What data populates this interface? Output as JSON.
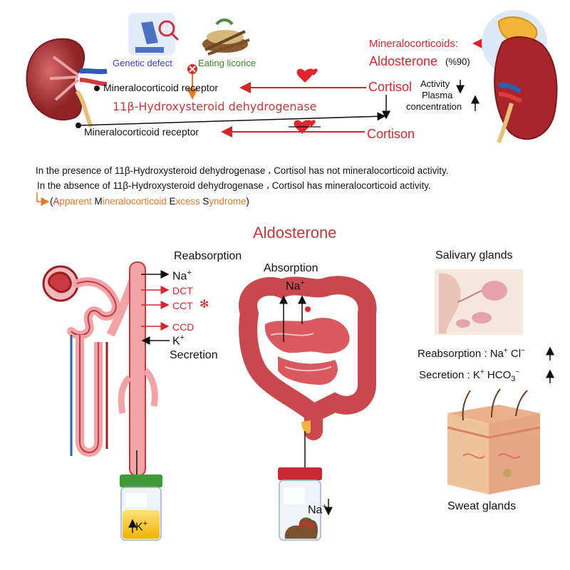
{
  "colors": {
    "red": "#d7262b",
    "dark_red": "#c0393b",
    "blue": "#3b3fd0",
    "green": "#3a8a2a",
    "orange": "#e07a28",
    "kidney": "#b5343a"
  },
  "icons": [
    "kidney-icon",
    "microscope-icon",
    "licorice-icon",
    "close-icon",
    "heart-icon",
    "adrenal-kidney-icon",
    "nephron-icon",
    "intestine-icon",
    "urine-jar-icon",
    "stool-jar-icon",
    "salivary-gland-icon",
    "skin-sweat-icon"
  ],
  "top": {
    "genetic_defect": "Genetic defect",
    "eating_licorice": "Eating licorice",
    "mr_receptor_1": "Mineralocorticoid receptor",
    "enzyme": "11β-Hydroxysteroid dehydrogenase",
    "mr_receptor_2": "Mineralocorticoid receptor",
    "cortisol": "Cortisol",
    "cortison": "Cortison",
    "mineralocorticoids": "Mineralocorticoids:",
    "aldosterone": "Aldosterone",
    "aldo_pct": "(%90)",
    "activity": "Activity",
    "plasma": "Plasma",
    "concentration": "concentration"
  },
  "notes": {
    "line1": "In the presence of 11β-Hydroxysteroid dehydrogenase ، Cortisol has not mineralocorticoid activity.",
    "line2": "In the absence of 11β-Hydroxysteroid dehydrogenase ، Cortisol has mineralocorticoid activity.",
    "syndrome_open": "(",
    "s_a": "A",
    "s_a_rest": "pparent ",
    "s_m": "M",
    "s_m_rest": "ineralocorticoid ",
    "s_e": "E",
    "s_e_rest": "xcess ",
    "s_s": "S",
    "s_s_rest": "yndrome",
    "syndrome_close": ")"
  },
  "bottom": {
    "title": "Aldosterone",
    "reabsorption": "Reabsorption",
    "na": "Na",
    "plus": "+",
    "dct": "DCT",
    "cct": "CCT",
    "ccd": "CCD",
    "k": "K",
    "secretion": "Secretion",
    "absorption": "Absorption",
    "salivary_glands": "Salivary glands",
    "sal_reab": "Reabsorption : Na",
    "cl": "Cl",
    "minus": "−",
    "sal_secr": "Secretion : K",
    "hco3": "HCO",
    "three": "3",
    "sweat_glands": "Sweat glands"
  }
}
